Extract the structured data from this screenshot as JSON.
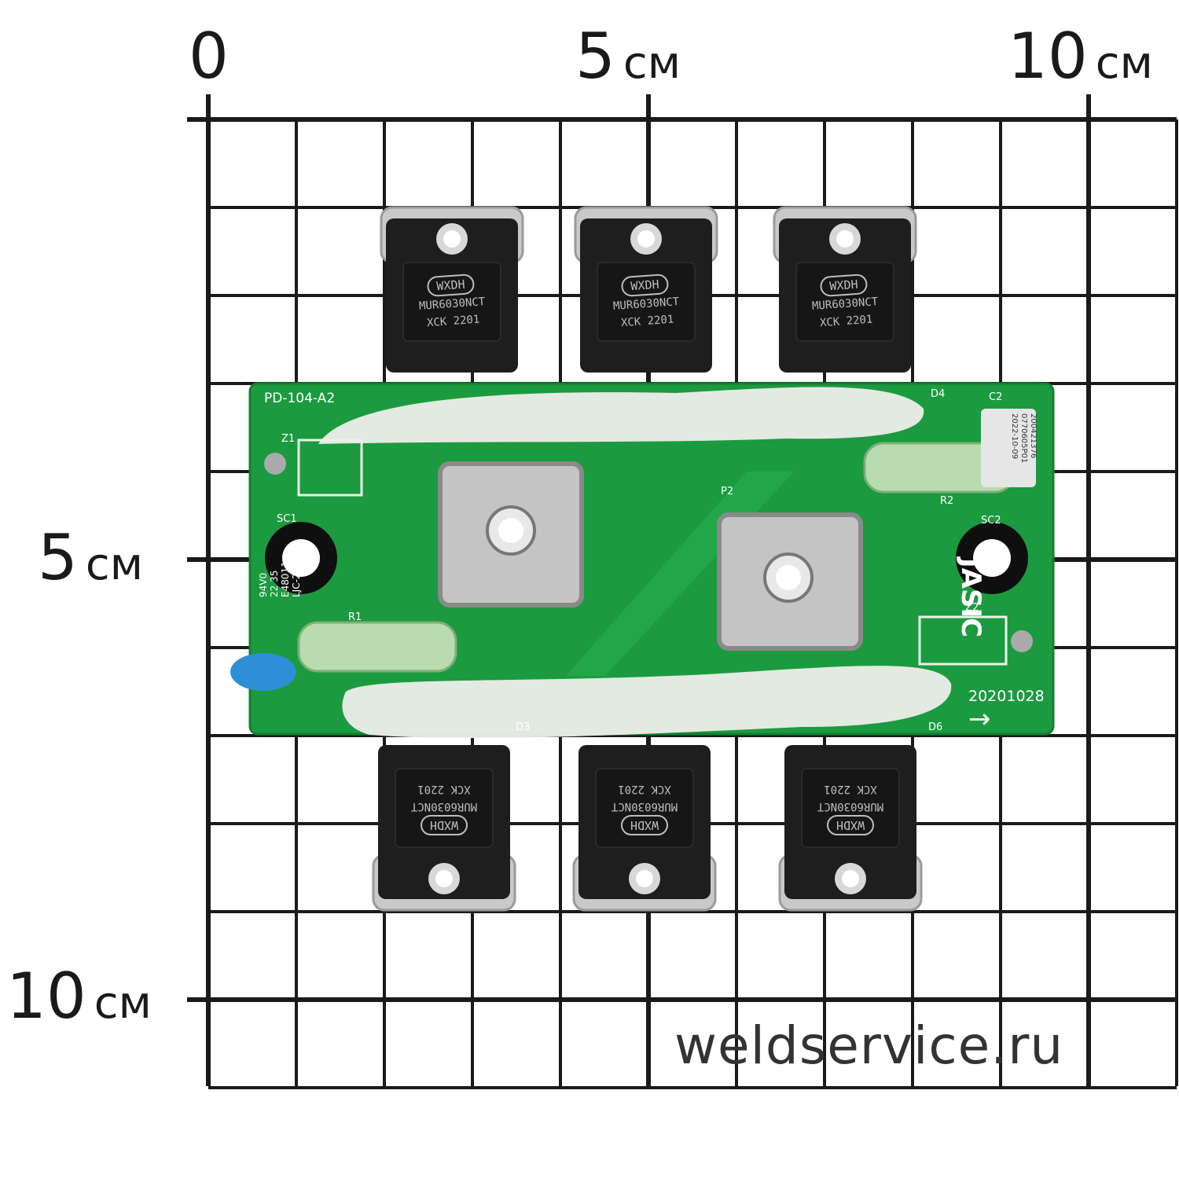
{
  "ruler": {
    "top": [
      {
        "num": "0",
        "unit": ""
      },
      {
        "num": "5",
        "unit": "см"
      },
      {
        "num": "10",
        "unit": "см"
      }
    ],
    "left": [
      {
        "num": "5",
        "unit": "см"
      },
      {
        "num": "10",
        "unit": "см"
      }
    ]
  },
  "board": {
    "model_label": "PD-104-A2",
    "date_code": "20201028",
    "brand": "JASIC",
    "arrow": "→",
    "silkscreen": {
      "z1": "Z1",
      "z2": "Z2",
      "sc1": "SC1",
      "sc2": "SC2",
      "r1": "R1",
      "r2": "R2",
      "p2": "P2",
      "c2": "C2",
      "d3": "D3",
      "d4": "D4",
      "d6": "D6",
      "ul1": "94V0",
      "ul2": "22 35",
      "ul3": "E48011",
      "ul4": "LJC-2"
    },
    "sticker": [
      "200421376",
      "0770605P01",
      "2022-10-09"
    ]
  },
  "diode": {
    "brand": "WXDH",
    "part": "MUR6030NCT",
    "lot1": "XCK",
    "lot2": "2201"
  },
  "watermark": "weldservice.ru",
  "colors": {
    "pcb": "#1c9a3f",
    "pcb_dark": "#137a30",
    "grid": "#1a1a1a",
    "diode_body": "#1e1e1e",
    "tab_metal": "#c9c9c9",
    "glue": "#eeeeea",
    "resistor": "#b8dcb0",
    "capacitor": "#2e8fd6"
  }
}
